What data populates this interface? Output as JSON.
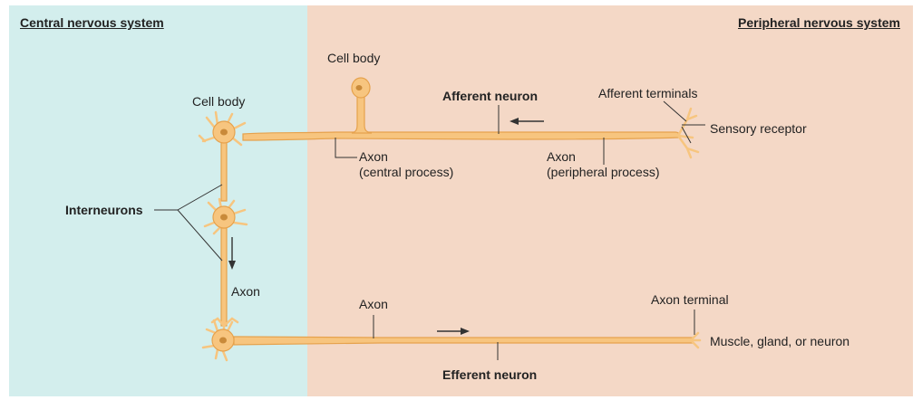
{
  "colors": {
    "cns_bg": "#d3eeed",
    "pns_bg": "#f4d8c6",
    "neuron_fill": "#f7c57f",
    "neuron_stroke": "#e6a24d",
    "nucleus": "#c98a3a",
    "line": "#333333"
  },
  "headers": {
    "cns": "Central nervous system",
    "pns": "Peripheral nervous system"
  },
  "labels": {
    "cell_body_top": "Cell body",
    "cell_body_left": "Cell body",
    "afferent_neuron": "Afferent neuron",
    "afferent_terminals": "Afferent terminals",
    "sensory_receptor": "Sensory receptor",
    "axon_central": "Axon\n(central process)",
    "axon_peripheral": "Axon\n(peripheral process)",
    "interneurons": "Interneurons",
    "axon_inter": "Axon",
    "axon_efferent": "Axon",
    "axon_terminal": "Axon terminal",
    "effector": "Muscle, gland, or neuron",
    "efferent_neuron": "Efferent neuron"
  },
  "arrows": {
    "afferent_direction": "left",
    "interneuron_direction": "down",
    "efferent_direction": "right"
  }
}
